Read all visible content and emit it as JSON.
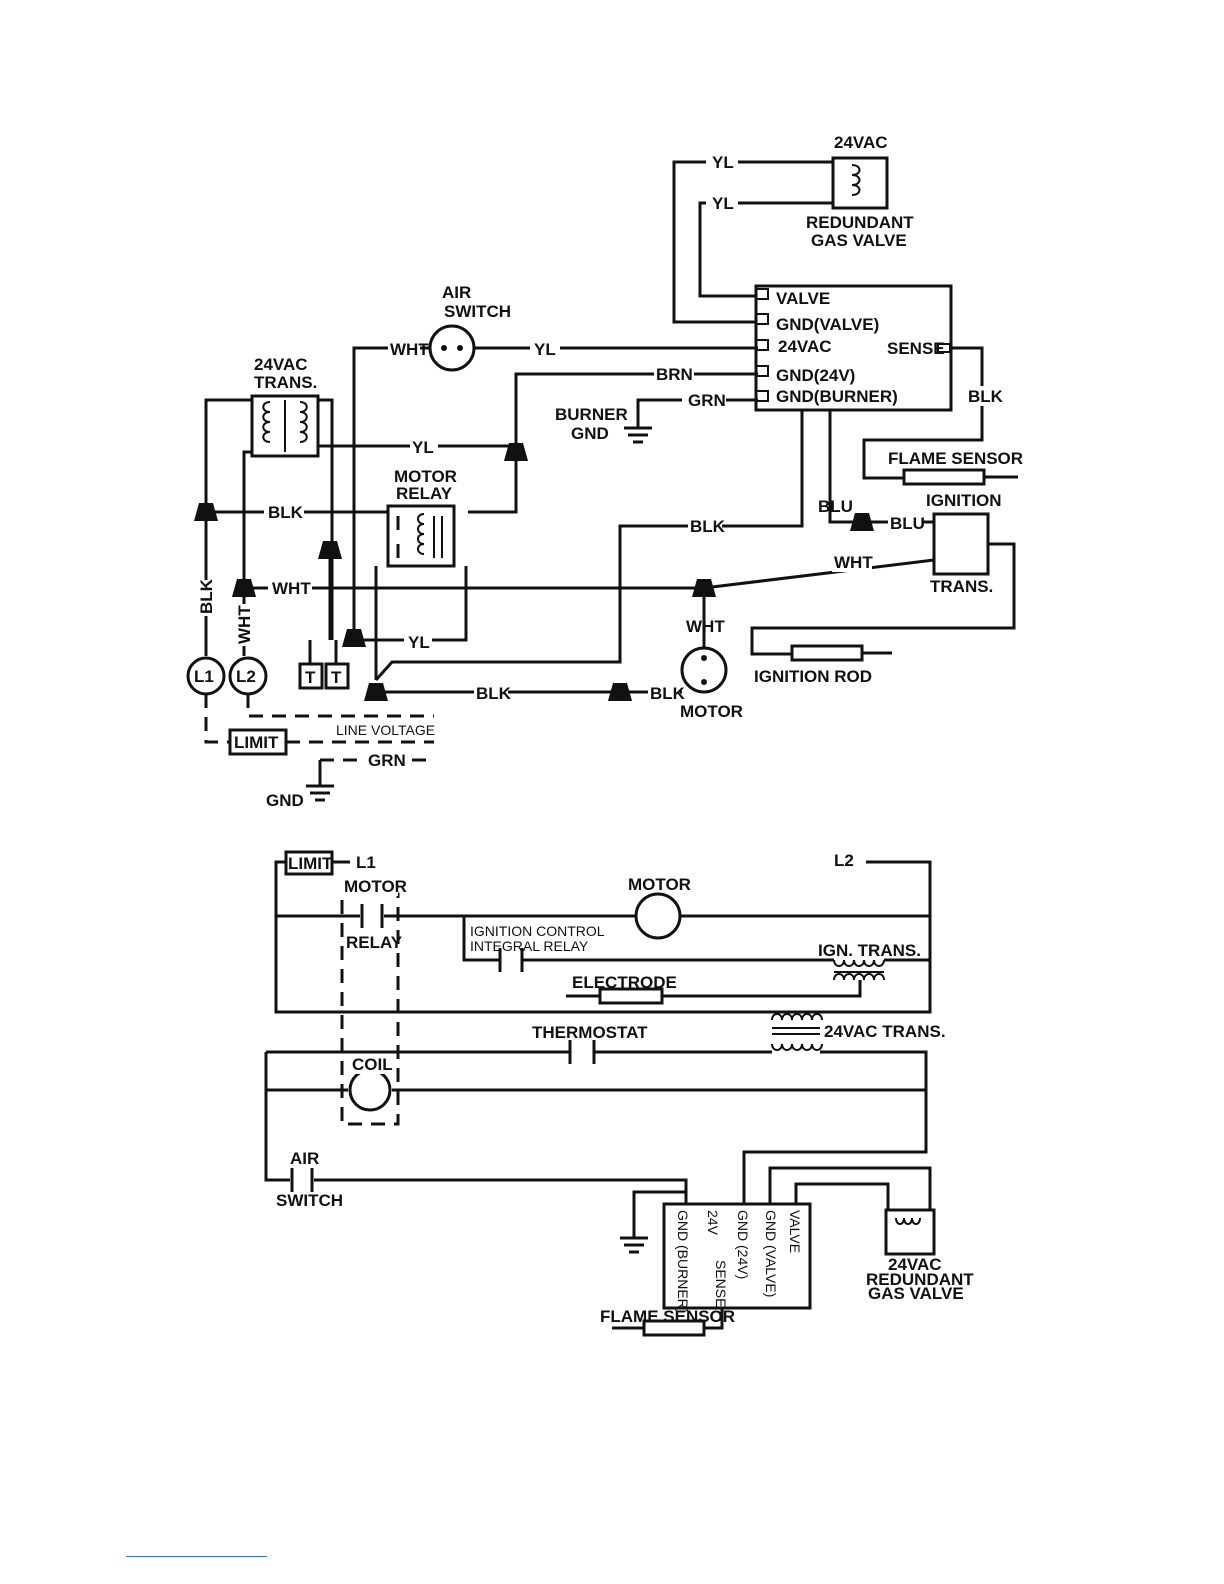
{
  "wiring_diagram": {
    "labels": {
      "vac24_top": "24VAC",
      "redundant": "REDUNDANT",
      "gas_valve": "GAS VALVE",
      "yl_a": "YL",
      "yl_b": "YL",
      "air": "AIR",
      "switch": "SWITCH",
      "wht_air": "WHT",
      "yl_air": "YL",
      "brn": "BRN",
      "grn_burner": "GRN",
      "burner": "BURNER",
      "gnd_burner": "GND",
      "trans_24vac": "24VAC",
      "trans_label": "TRANS.",
      "yl_trans": "YL",
      "motor": "MOTOR",
      "relay": "RELAY",
      "blk_left": "BLK",
      "wht_left": "WHT",
      "yl_tt": "YL",
      "blk_vert": "BLK",
      "wht_vert": "WHT",
      "l1": "L1",
      "l2": "L2",
      "limit": "LIMIT",
      "line_voltage": "LINE VOLTAGE",
      "grn_gnd": "GRN",
      "gnd": "GND",
      "t1": "T",
      "t2": "T",
      "blk_motor_a": "BLK",
      "blk_motor_b": "BLK",
      "wht_motor": "WHT",
      "motor_label": "MOTOR",
      "blk_ctrl": "BLK",
      "blu_a": "BLU",
      "blu_b": "BLU",
      "wht_ign": "WHT",
      "ignition": "IGNITION",
      "ign_trans": "TRANS.",
      "ignition_rod": "IGNITION ROD",
      "flame_sensor": "FLAME SENSOR",
      "blk_sens": "BLK"
    },
    "control_terminals": [
      "VALVE",
      "GND(VALVE)",
      "24VAC",
      "GND(24V)",
      "GND(BURNER)"
    ],
    "sense_label": "SENSE"
  },
  "ladder_diagram": {
    "labels": {
      "limit": "LIMIT",
      "l1": "L1",
      "l2": "L2",
      "motor_relay": "MOTOR",
      "relay": "RELAY",
      "motor": "MOTOR",
      "ign_control": "IGNITION CONTROL",
      "integral_relay": "INTEGRAL RELAY",
      "ign_trans": "IGN. TRANS.",
      "electrode": "ELECTRODE",
      "thermostat": "THERMOSTAT",
      "trans_24vac": "24VAC TRANS.",
      "coil": "COIL",
      "air": "AIR",
      "switch": "SWITCH",
      "flame_sensor": "FLAME SENSOR",
      "vac24": "24VAC",
      "redundant": "REDUNDANT",
      "gas_valve": "GAS VALVE"
    },
    "control_terminals": [
      "GND (BURNER)",
      "24V",
      "GND (24V)",
      "GND (VALVE)",
      "VALVE",
      "SENSE"
    ]
  },
  "icons": [
    "transformer-coil-icon",
    "ground-icon",
    "wire-nut-icon",
    "switch-contact-icon",
    "motor-icon"
  ]
}
